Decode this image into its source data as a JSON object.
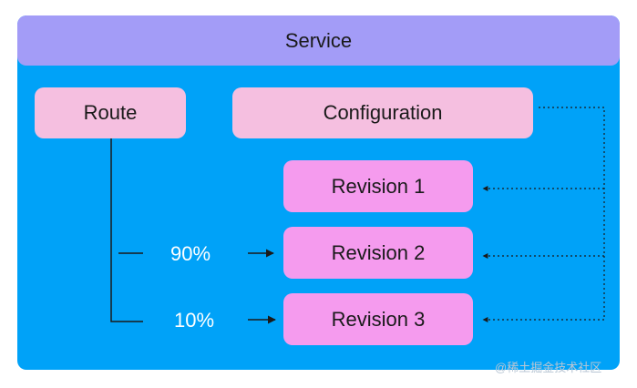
{
  "service": {
    "label": "Service"
  },
  "route": {
    "label": "Route"
  },
  "configuration": {
    "label": "Configuration"
  },
  "revisions": [
    {
      "label": "Revision 1"
    },
    {
      "label": "Revision 2"
    },
    {
      "label": "Revision 3"
    }
  ],
  "traffic": [
    {
      "percent": "90%"
    },
    {
      "percent": "10%"
    }
  ],
  "watermark": "@稀土掘金技术社区",
  "colors": {
    "panel": "#00a2f8",
    "service": "#a39cf7",
    "route_config": "#f5bfe0",
    "revision": "#f59bee",
    "line": "#1a1a1a"
  }
}
